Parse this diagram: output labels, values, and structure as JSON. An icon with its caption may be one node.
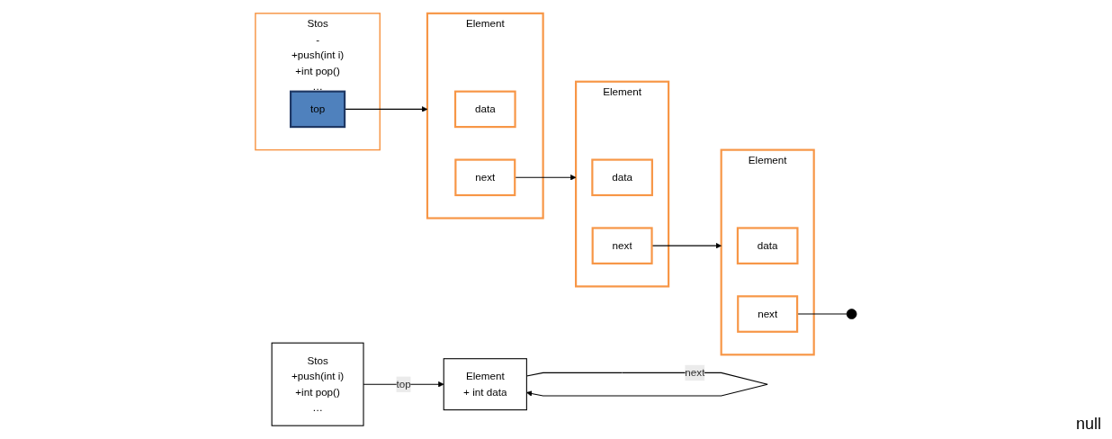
{
  "diagram": {
    "nodes": [
      {
        "text": [
          "Stos",
          "+push(int i)",
          "+int pop()",
          "…"
        ]
      },
      {
        "text": [
          "Element",
          "+ int data"
        ]
      },
      {
        "text": [
          "Stos",
          "-",
          "+push(int i)",
          "+int pop()",
          "…"
        ]
      },
      {
        "text": [
          "top"
        ],
        "in": 2
      },
      {
        "text": [
          "Element"
        ]
      },
      {
        "text": [
          "data"
        ],
        "in": 4
      },
      {
        "text": [
          "next"
        ],
        "in": 4
      },
      {
        "text": [
          "Element"
        ]
      },
      {
        "text": [
          "data"
        ],
        "in": 7
      },
      {
        "text": [
          "next"
        ],
        "in": 7
      },
      {
        "text": [
          "Element"
        ]
      },
      {
        "text": [
          "data"
        ],
        "in": 10
      },
      {
        "text": [
          "next"
        ],
        "in": 10
      },
      {
        "text": [],
        "shape": "circle"
      }
    ],
    "edges": [
      {
        "from": 0,
        "to": 1,
        "label": "top",
        "arrow": "to"
      },
      {
        "from": 1,
        "to": 1,
        "label": "next",
        "arrow": "to"
      },
      {
        "from": 3,
        "to": 4,
        "arrow": "to"
      },
      {
        "from": 6,
        "to": 7,
        "arrow": "to"
      },
      {
        "from": 9,
        "to": 10,
        "arrow": "to"
      },
      {
        "from": 12,
        "to": 13,
        "arrow": "none"
      }
    ],
    "labels": [
      "null"
    ]
  }
}
